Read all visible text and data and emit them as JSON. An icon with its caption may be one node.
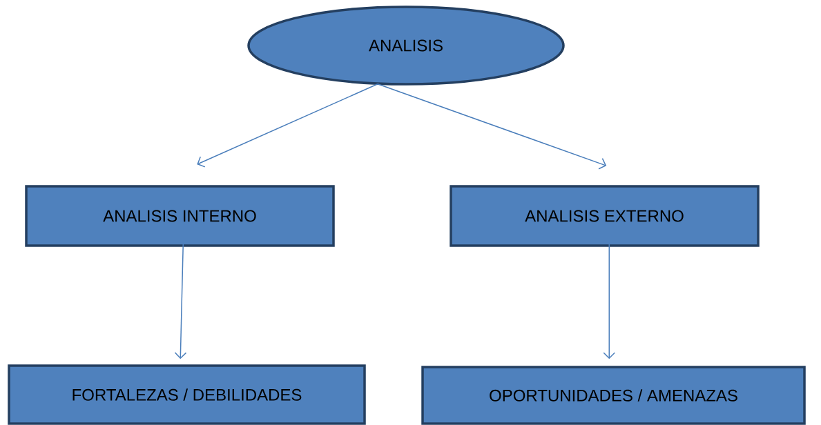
{
  "diagram": {
    "nodes": [
      {
        "text": [
          "ANALISIS"
        ]
      },
      {
        "text": [
          "ANALISIS INTERNO"
        ]
      },
      {
        "text": [
          "ANALISIS EXTERNO"
        ]
      },
      {
        "text": [
          "FORTALEZAS / DEBILIDADES"
        ]
      },
      {
        "text": [
          "OPORTUNIDADES / AMENAZAS"
        ]
      }
    ],
    "edges": [
      {
        "from": 0,
        "to": 1,
        "arrow": "to"
      },
      {
        "from": 0,
        "to": 2,
        "arrow": "to"
      },
      {
        "from": 1,
        "to": 3,
        "arrow": "to"
      },
      {
        "from": 2,
        "to": 4,
        "arrow": "to"
      }
    ]
  }
}
